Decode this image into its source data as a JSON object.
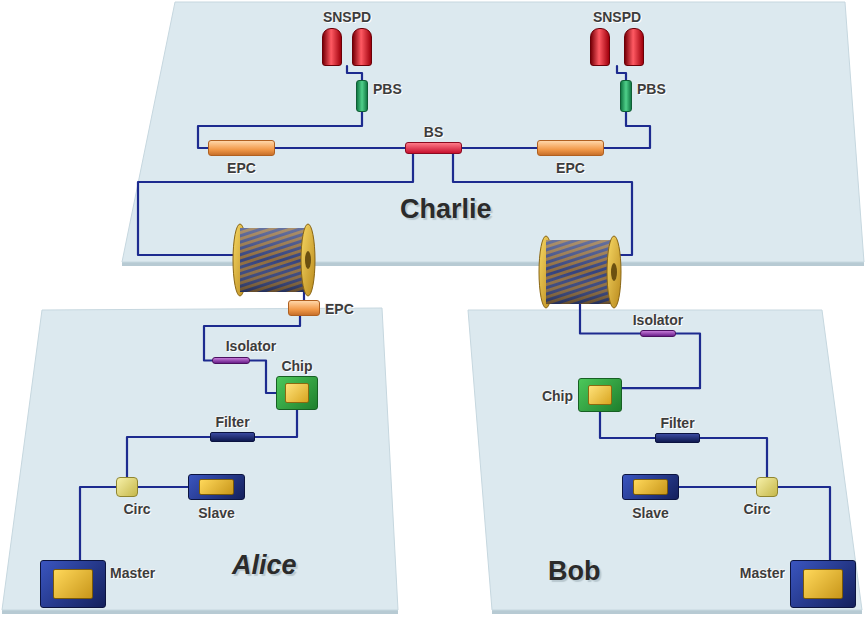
{
  "diagram": {
    "nodes": [
      {
        "text": [
          "Charlie"
        ]
      },
      {
        "text": [
          "SNSPD"
        ],
        "in": 0
      },
      {
        "text": [
          "SNSPD"
        ],
        "in": 0
      },
      {
        "text": [
          "PBS"
        ],
        "in": 0
      },
      {
        "text": [
          "PBS"
        ],
        "in": 0
      },
      {
        "text": [
          "EPC"
        ],
        "in": 0
      },
      {
        "text": [
          "BS"
        ],
        "in": 0
      },
      {
        "text": [
          "EPC"
        ],
        "in": 0
      },
      {
        "text": [
          "Alice"
        ]
      },
      {
        "text": [
          "EPC"
        ],
        "in": 8
      },
      {
        "text": [
          "Isolator"
        ],
        "in": 8
      },
      {
        "text": [
          "Chip"
        ],
        "in": 8
      },
      {
        "text": [
          "Filter"
        ],
        "in": 8
      },
      {
        "text": [
          "Circ"
        ],
        "in": 8
      },
      {
        "text": [
          "Slave"
        ],
        "in": 8
      },
      {
        "text": [
          "Master"
        ],
        "in": 8
      },
      {
        "text": [
          "Bob"
        ]
      },
      {
        "text": [
          "Isolator"
        ],
        "in": 16
      },
      {
        "text": [
          "Chip"
        ],
        "in": 16
      },
      {
        "text": [
          "Filter"
        ],
        "in": 16
      },
      {
        "text": [
          "Circ"
        ],
        "in": 16
      },
      {
        "text": [
          "Slave"
        ],
        "in": 16
      },
      {
        "text": [
          "Master"
        ],
        "in": 16
      }
    ],
    "edges": [
      {
        "from": 3,
        "to": 1,
        "arrow": "none"
      },
      {
        "from": 4,
        "to": 2,
        "arrow": "none"
      },
      {
        "from": 6,
        "to": 5,
        "arrow": "none"
      },
      {
        "from": 5,
        "to": 3,
        "arrow": "none"
      },
      {
        "from": 6,
        "to": 7,
        "arrow": "none"
      },
      {
        "from": 7,
        "to": 4,
        "arrow": "none"
      },
      {
        "from": 9,
        "to": 6,
        "arrow": "none"
      },
      {
        "from": 17,
        "to": 6,
        "arrow": "none"
      },
      {
        "from": 10,
        "to": 9,
        "arrow": "none"
      },
      {
        "from": 11,
        "to": 10,
        "arrow": "none"
      },
      {
        "from": 12,
        "to": 11,
        "arrow": "none"
      },
      {
        "from": 13,
        "to": 12,
        "arrow": "none"
      },
      {
        "from": 13,
        "to": 14,
        "arrow": "none"
      },
      {
        "from": 15,
        "to": 13,
        "arrow": "none"
      },
      {
        "from": 18,
        "to": 17,
        "arrow": "none"
      },
      {
        "from": 19,
        "to": 18,
        "arrow": "none"
      },
      {
        "from": 20,
        "to": 19,
        "arrow": "none"
      },
      {
        "from": 20,
        "to": 21,
        "arrow": "none"
      },
      {
        "from": 22,
        "to": 20,
        "arrow": "none"
      }
    ]
  }
}
